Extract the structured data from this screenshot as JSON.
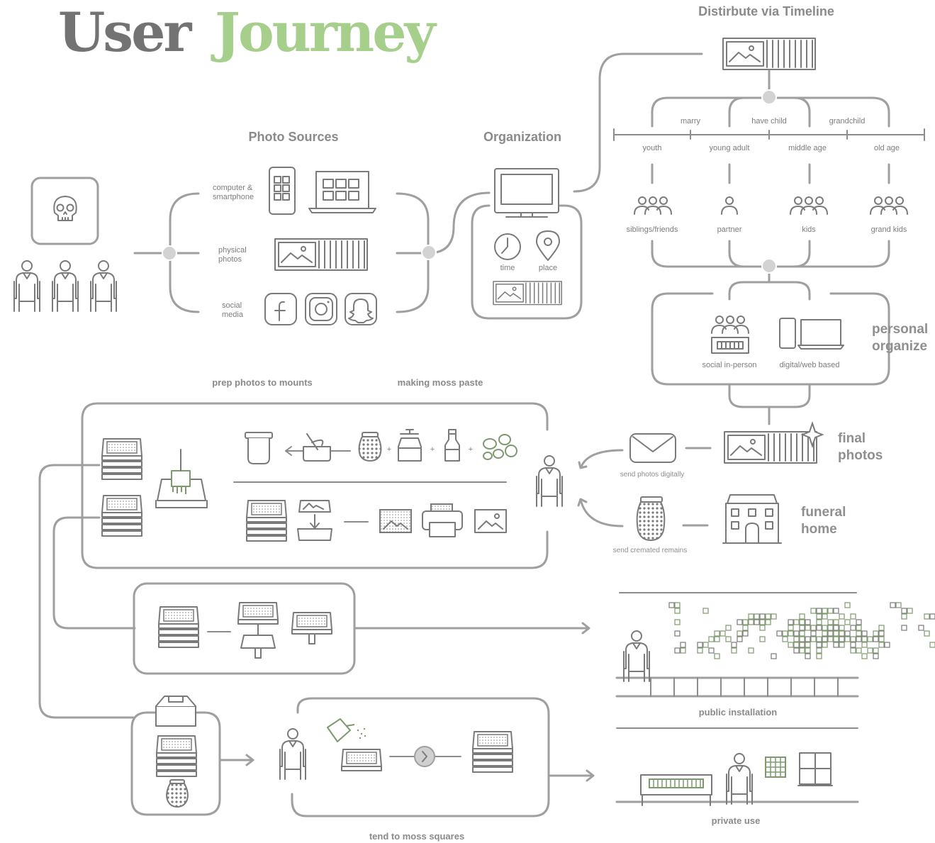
{
  "title": {
    "word1": "User",
    "word2": "Journey"
  },
  "colors": {
    "accent_green": "#a6cf8c",
    "line_gray": "#9f9f9f",
    "icon_gray": "#7a7a7a",
    "moss_green": "#7d9a6e"
  },
  "sections": {
    "photo_sources": "Photo Sources",
    "organization": "Organization",
    "distribute": "Distirbute via Timeline",
    "personal_organize": [
      "personal",
      "organize"
    ],
    "final_photos": [
      "final",
      "photos"
    ],
    "funeral_home": [
      "funeral",
      "home"
    ]
  },
  "photo_sources": {
    "computer": [
      "computer &",
      "smartphone"
    ],
    "physical": [
      "physical",
      "photos"
    ],
    "social": [
      "social",
      "media"
    ]
  },
  "organization": {
    "time": "time",
    "place": "place"
  },
  "timeline": {
    "events": [
      "marry",
      "have child",
      "grandchild"
    ],
    "stages": [
      "youth",
      "young adult",
      "middle age",
      "old age"
    ],
    "people": [
      "siblings/friends",
      "partner",
      "kids",
      "grand kids"
    ]
  },
  "personal": {
    "social": "social in-person",
    "digital": "digital/web based"
  },
  "delivery": {
    "send_photos": "send photos digitally",
    "send_remains": "send cremated remains"
  },
  "process": {
    "prep": "prep photos to mounts",
    "moss": "making moss paste",
    "tend": "tend to moss squares"
  },
  "outcomes": {
    "public": "public installation",
    "private": "private use"
  },
  "icons": [
    "skull-icon",
    "person-icon",
    "smartphone-icon",
    "laptop-icon",
    "photo-strip-icon",
    "facebook-icon",
    "instagram-icon",
    "snapchat-icon",
    "monitor-icon",
    "clock-icon",
    "map-pin-icon",
    "group-icon",
    "envelope-icon",
    "urn-icon",
    "building-icon",
    "moss-tray-icon",
    "printer-icon",
    "watering-can-icon",
    "sparkle-icon"
  ]
}
